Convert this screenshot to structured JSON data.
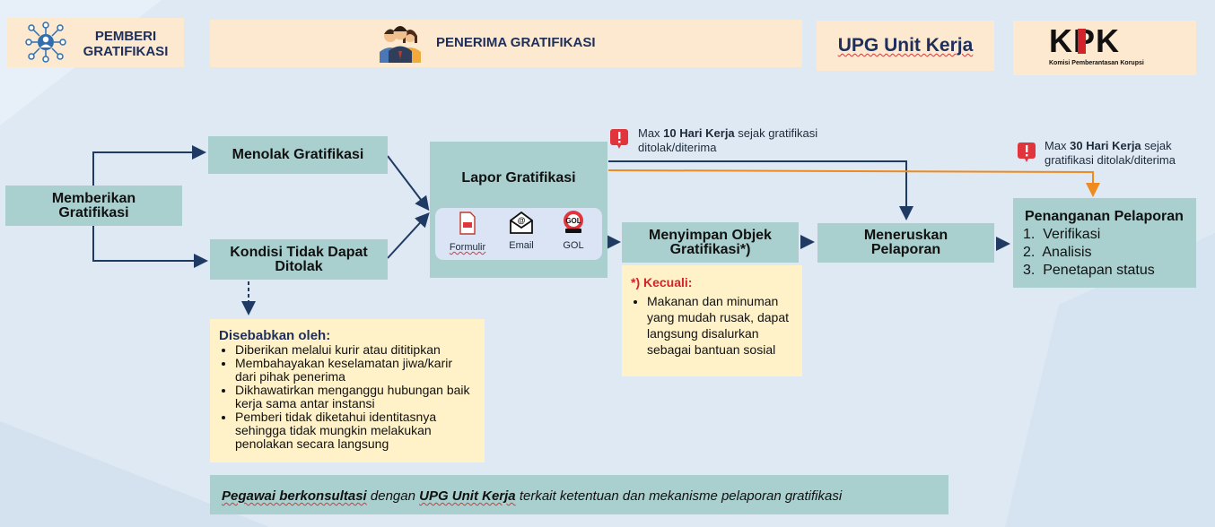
{
  "header": {
    "pemberi_line1": "PEMBERI",
    "pemberi_line2": "GRATIFIKASI",
    "penerima": "PENERIMA GRATIFIKASI",
    "upg": "UPG Unit Kerja",
    "kpk_logo": "KPK",
    "kpk_subtitle": "Komisi Pemberantasan Korupsi"
  },
  "nodes": {
    "memberikan": "Memberikan Gratifikasi",
    "menolak": "Menolak Gratifikasi",
    "kondisi": "Kondisi Tidak Dapat Ditolak",
    "lapor": "Lapor Gratifikasi",
    "menyimpan": "Menyimpan Objek Gratifikasi*)",
    "meneruskan": "Meneruskan Pelaporan",
    "penanganan_title": "Penanganan Pelaporan",
    "penanganan_steps": [
      "Verifikasi",
      "Analisis",
      "Penetapan status"
    ]
  },
  "report_channels": [
    {
      "label": "Formulir",
      "icon": "form-icon"
    },
    {
      "label": "Email",
      "icon": "email-icon"
    },
    {
      "label": "GOL",
      "icon": "gol-icon"
    }
  ],
  "deadline_10": {
    "prefix": "Max ",
    "bold": "10 Hari Kerja",
    "suffix": " sejak gratifikasi ditolak/diterima"
  },
  "deadline_30": {
    "prefix": "Max ",
    "bold": "30 Hari Kerja",
    "suffix": " sejak gratifikasi ditolak/diterima"
  },
  "disebabkan": {
    "title": "Disebabkan oleh:",
    "items": [
      "Diberikan melalui kurir atau dititipkan",
      "Membahayakan keselamatan jiwa/karir dari pihak penerima",
      "Dikhawatirkan menganggu hubungan baik kerja sama antar instansi",
      "Pemberi tidak diketahui identitasnya sehingga tidak mungkin melakukan penolakan secara langsung"
    ]
  },
  "kecuali": {
    "title": "*) Kecuali:",
    "items": [
      "Makanan dan minuman yang mudah rusak, dapat langsung disalurkan sebagai bantuan sosial"
    ]
  },
  "footer": {
    "part1": "Pegawai berkonsultasi",
    "part2": " dengan ",
    "part3": "UPG Unit Kerja",
    "part4": " terkait ketentuan dan mekanisme pelaporan gratifikasi"
  },
  "colors": {
    "arrow_navy": "#1f3b63",
    "arrow_orange": "#ee8a1e",
    "alert_red": "#e0353d",
    "teal_box": "#a9cfcf",
    "peach_box": "#fde8d0",
    "note_box": "#fff1c8"
  }
}
